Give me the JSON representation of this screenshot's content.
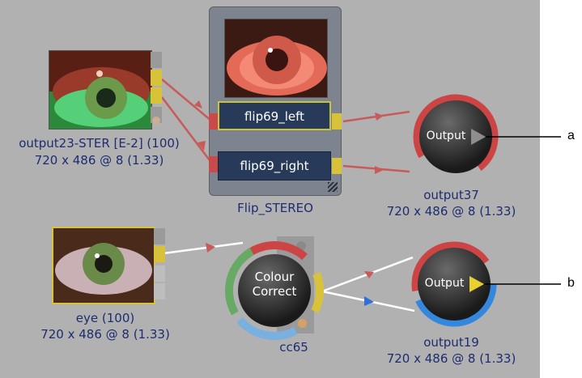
{
  "nodes": {
    "output23": {
      "name": "output23-STER [E-2] (100)",
      "format": "720 x 486 @ 8 (1.33)"
    },
    "flip_stereo": {
      "name": "Flip_STEREO",
      "left_label": "flip69_left",
      "right_label": "flip69_right"
    },
    "output37": {
      "button": "Output",
      "name": "output37",
      "format": "720 x 486 @ 8 (1.33)"
    },
    "eye": {
      "name": "eye (100)",
      "format": "720 x 486 @ 8 (1.33)"
    },
    "cc65": {
      "button_line1": "Colour",
      "button_line2": "Correct",
      "name": "cc65"
    },
    "output19": {
      "button": "Output",
      "name": "output19",
      "format": "720 x 486 @ 8 (1.33)"
    }
  },
  "callouts": {
    "a": "a",
    "b": "b"
  },
  "colors": {
    "canvas": "#b1b1b1",
    "label_text": "#1e2c70",
    "link_red": "#c85a5a",
    "link_white": "#ffffff",
    "tab_yellow": "#d8c23a",
    "node_blue": "#283a5a",
    "selected_outline": "#c8c43a"
  }
}
